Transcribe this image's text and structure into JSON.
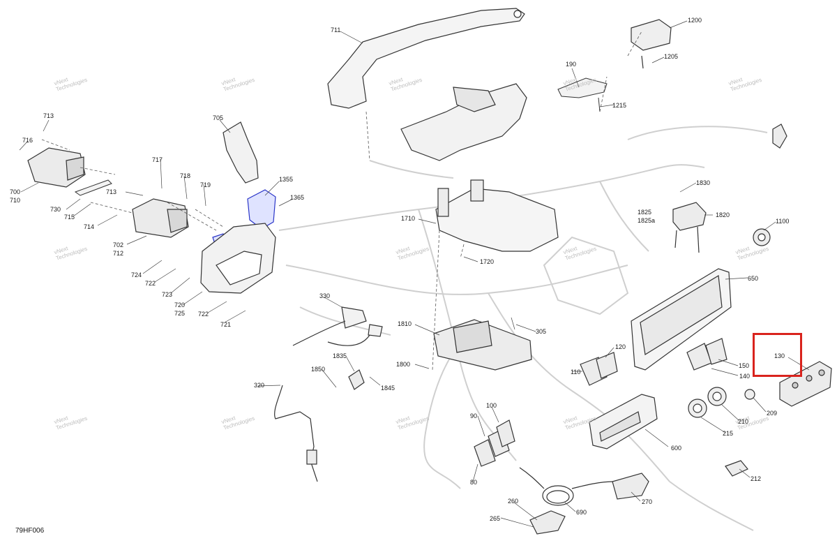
{
  "diagram": {
    "reference_code": "79HF006",
    "watermark": [
      "vNext",
      "Technologies"
    ],
    "highlight_color": "#d9231d",
    "callouts": {
      "c711": "711",
      "c1200": "1200",
      "c1205": "1205",
      "c190": "190",
      "c1215": "1215",
      "c713a": "713",
      "c716": "716",
      "c700": "700",
      "c710": "710",
      "c705": "705",
      "c717": "717",
      "c718": "718",
      "c719": "719",
      "c1355": "1355",
      "c1365": "1365",
      "c730": "730",
      "c713b": "713",
      "c715": "715",
      "c714": "714",
      "c702": "702",
      "c712": "712",
      "c724": "724",
      "c722a": "722",
      "c723": "723",
      "c720": "720",
      "c725": "725",
      "c722b": "722",
      "c721": "721",
      "c1710": "1710",
      "c1720": "1720",
      "c1830": "1830",
      "c1825": "1825",
      "c1825a": "1825a",
      "c1820": "1820",
      "c1100": "1100",
      "c650": "650",
      "c330": "330",
      "c305": "305",
      "c1810": "1810",
      "c1800": "1800",
      "c120": "120",
      "c110": "110",
      "c150": "150",
      "c140": "140",
      "c130": "130",
      "c1835": "1835",
      "c1850": "1850",
      "c1845": "1845",
      "c320": "320",
      "c100": "100",
      "c90": "90",
      "c80": "80",
      "c210": "210",
      "c215": "215",
      "c209": "209",
      "c600": "600",
      "c212": "212",
      "c270": "270",
      "c260": "260",
      "c690": "690",
      "c265": "265"
    }
  }
}
